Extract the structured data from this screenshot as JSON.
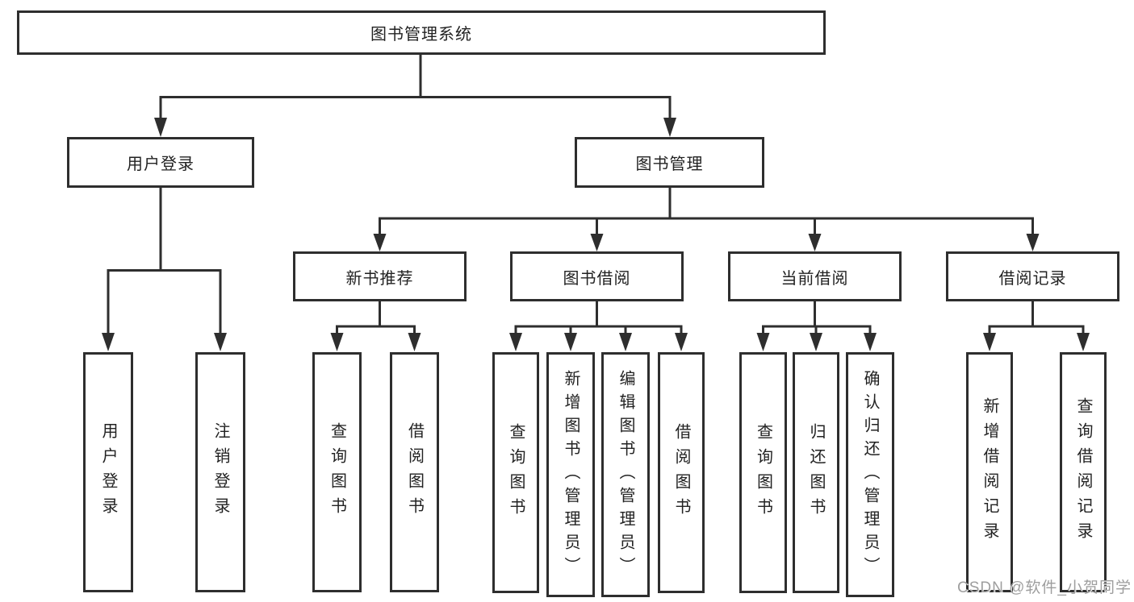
{
  "diagram": {
    "tree": {
      "label": "图书管理系统",
      "children": [
        {
          "label": "用户登录",
          "children": [
            {
              "label": "用户登录"
            },
            {
              "label": "注销登录"
            }
          ]
        },
        {
          "label": "图书管理",
          "children": [
            {
              "label": "新书推荐",
              "children": [
                {
                  "label": "查询图书"
                },
                {
                  "label": "借阅图书"
                }
              ]
            },
            {
              "label": "图书借阅",
              "children": [
                {
                  "label": "查询图书"
                },
                {
                  "label": "新增图书（管理员）"
                },
                {
                  "label": "编辑图书（管理员）"
                },
                {
                  "label": "借阅图书"
                }
              ]
            },
            {
              "label": "当前借阅",
              "children": [
                {
                  "label": "查询图书"
                },
                {
                  "label": "归还图书"
                },
                {
                  "label": "确认归还（管理员）"
                }
              ]
            },
            {
              "label": "借阅记录",
              "children": [
                {
                  "label": "新增借阅记录"
                },
                {
                  "label": "查询借阅记录"
                }
              ]
            }
          ]
        }
      ]
    },
    "colors": {
      "line": "#2e2e2e",
      "text": "#222222",
      "background": "#ffffff",
      "watermark": "#9e9e9e"
    }
  },
  "watermark": {
    "text": "CSDN @软件_小贺同学"
  }
}
